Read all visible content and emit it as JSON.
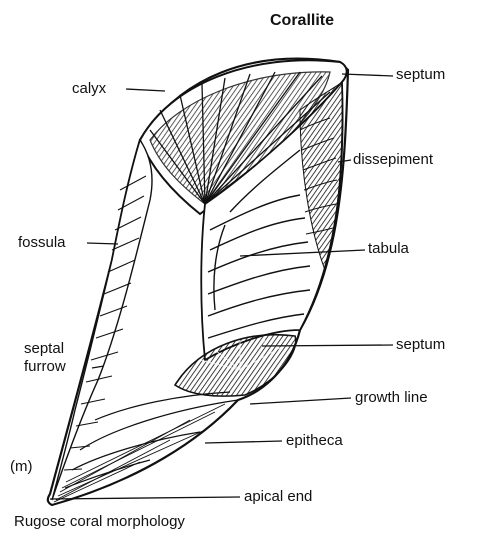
{
  "title": "Corallite",
  "caption": "Rugose coral morphology",
  "panel_letter": "(m)",
  "labels": {
    "calyx": "calyx",
    "septum_top": "septum",
    "dissepiment": "dissepiment",
    "fossula": "fossula",
    "tabula": "tabula",
    "septal_furrow_line1": "septal",
    "septal_furrow_line2": "furrow",
    "septum_bottom": "septum",
    "growth_line": "growth line",
    "epitheca": "epitheca",
    "apical_end": "apical end"
  },
  "colors": {
    "ink": "#111111",
    "paper": "#ffffff",
    "bleed_text": "#e3e3e3"
  }
}
